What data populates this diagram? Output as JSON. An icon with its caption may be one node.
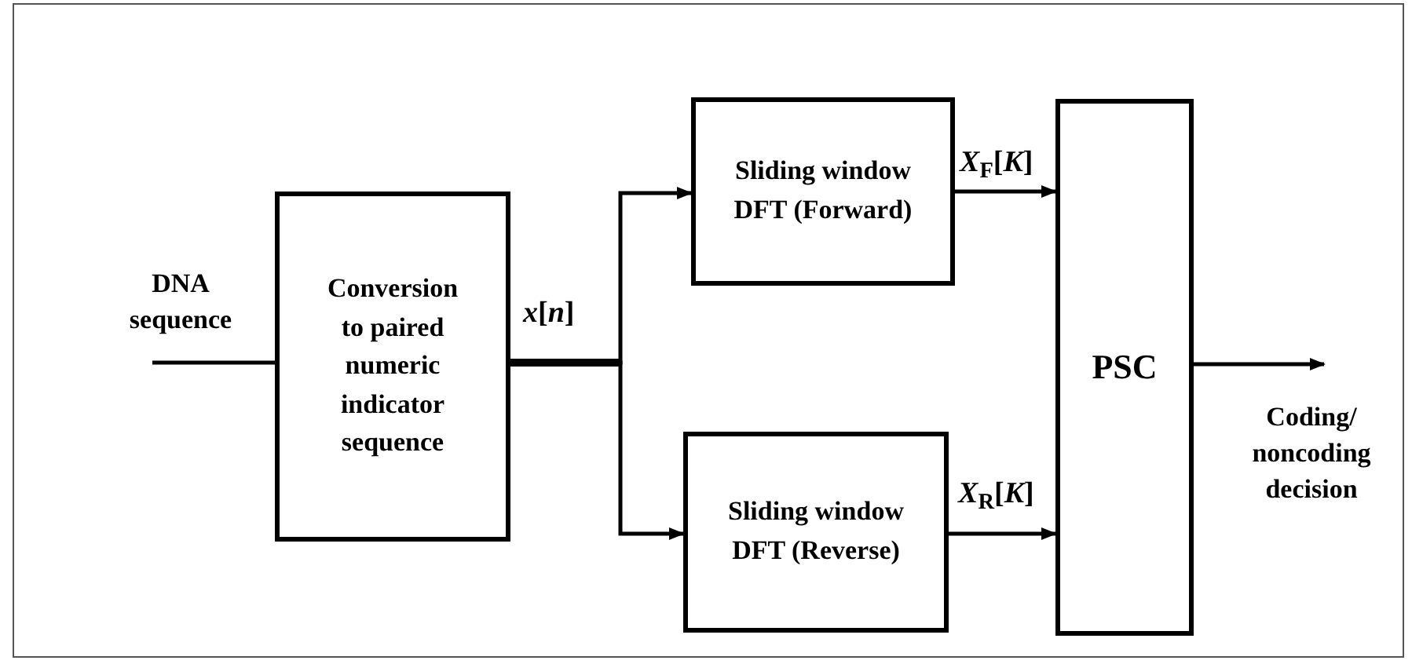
{
  "diagram": {
    "nodes": [
      {
        "text": [
          "Conversion to paired numeric indicator sequence"
        ]
      },
      {
        "text": [
          "Sliding window DFT (Forward)"
        ]
      },
      {
        "text": [
          "Sliding window DFT (Reverse)"
        ]
      },
      {
        "text": [
          "PSC"
        ]
      }
    ],
    "edges": [
      {
        "from": 0,
        "to": 1,
        "arrow": "to",
        "label": "*x*[*n*]"
      },
      {
        "from": 0,
        "to": 2,
        "arrow": "to"
      },
      {
        "from": 1,
        "to": 3,
        "arrow": "to",
        "label": "*X*$_{F}$[*K*]"
      },
      {
        "from": 2,
        "to": 3,
        "arrow": "to",
        "label": "*X*$_{R}$[*K*]"
      },
      {
        "from": null,
        "to": 0,
        "arrow": "none"
      },
      {
        "from": 3,
        "to": null,
        "arrow": "to"
      }
    ],
    "labels": [
      "DNA sequence",
      "Coding/ noncoding decision"
    ]
  }
}
